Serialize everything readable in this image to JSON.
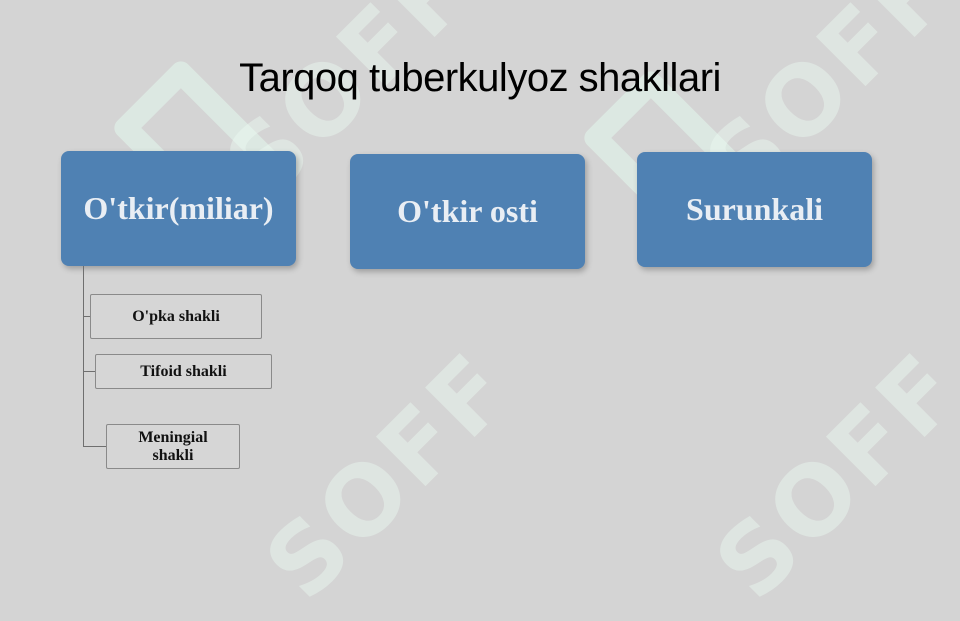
{
  "title": "Tarqoq tuberkulyoz shakllari",
  "categories": [
    {
      "label": "O'tkir(miliar)",
      "subtypes": [
        "O'pka shakli",
        "Tifoid shakli",
        "Meningial shakli"
      ]
    },
    {
      "label": "O'tkir osti"
    },
    {
      "label": "Surunkali"
    }
  ],
  "watermark": "SOFF",
  "colors": {
    "box_fill": "#4f81b3",
    "box_text": "#e9eef4",
    "background": "#d4d4d4"
  }
}
